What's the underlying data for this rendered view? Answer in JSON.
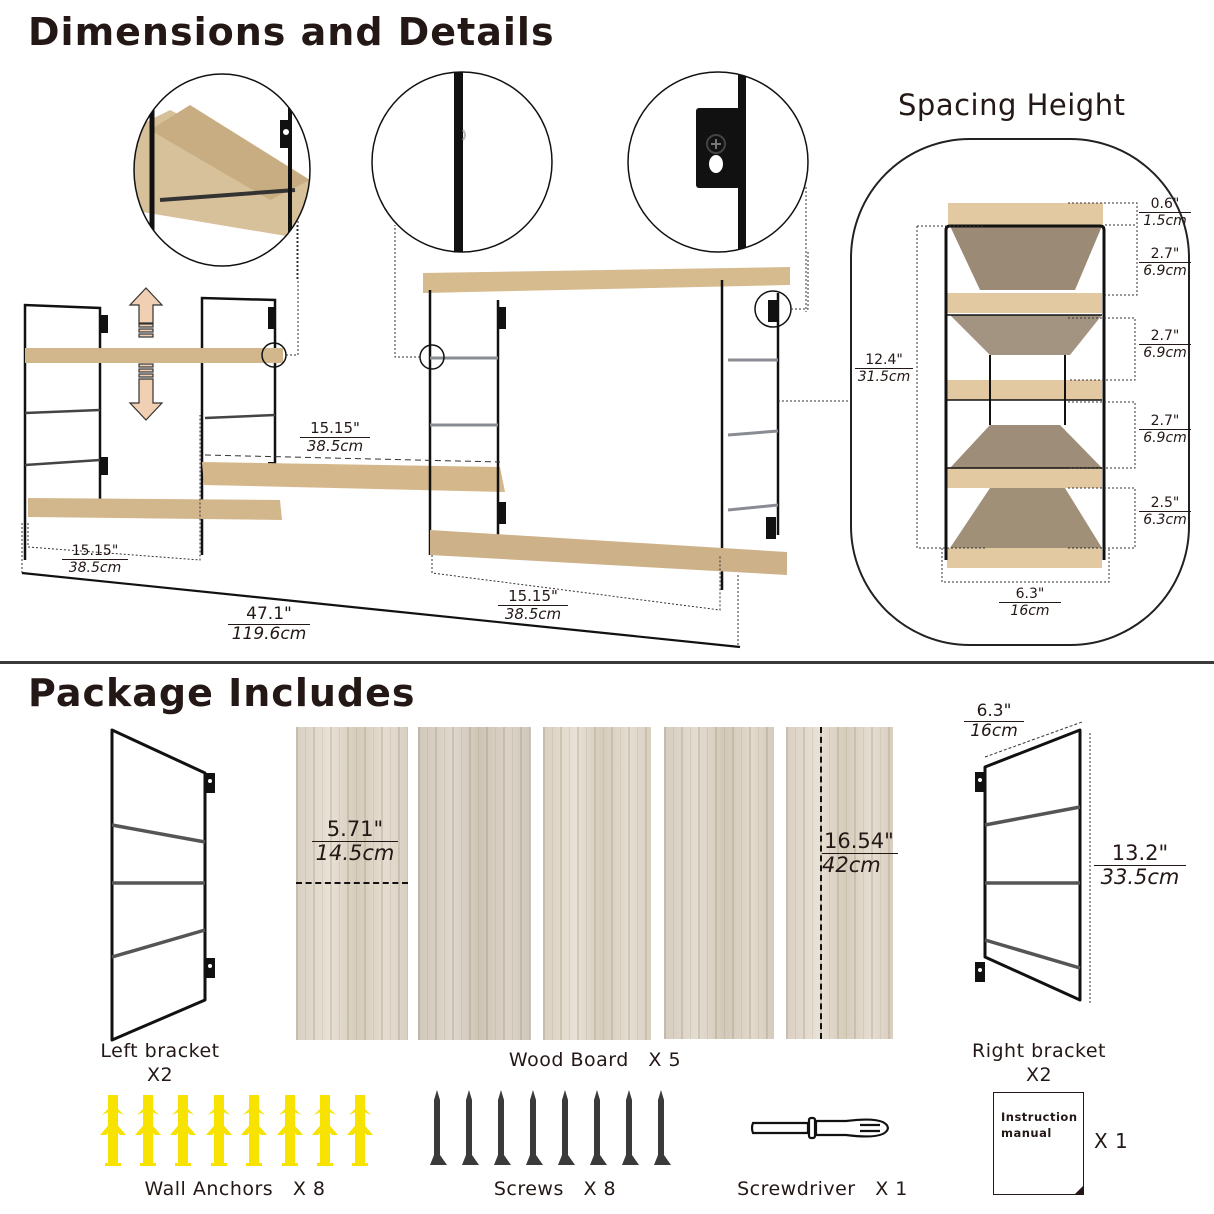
{
  "dimensions_section": {
    "title": "Dimensions and Details",
    "spacing_title": "Spacing Height",
    "main_dims": {
      "left_shelf": {
        "in": "15.15\"",
        "cm": "38.5cm"
      },
      "middle_shelf": {
        "in": "15.15\"",
        "cm": "38.5cm"
      },
      "right_shelf": {
        "in": "15.15\"",
        "cm": "38.5cm"
      },
      "total_width": {
        "in": "47.1\"",
        "cm": "119.6cm"
      }
    },
    "spacing_dims": {
      "total_height": {
        "in": "12.4\"",
        "cm": "31.5cm"
      },
      "board_thickness": {
        "in": "0.6\"",
        "cm": "1.5cm"
      },
      "gap_1": {
        "in": "2.7\"",
        "cm": "6.9cm"
      },
      "gap_2": {
        "in": "2.7\"",
        "cm": "6.9cm"
      },
      "gap_3": {
        "in": "2.7\"",
        "cm": "6.9cm"
      },
      "gap_4": {
        "in": "2.5\"",
        "cm": "6.3cm"
      },
      "depth": {
        "in": "6.3\"",
        "cm": "16cm"
      }
    },
    "detail_callouts": [
      "shelf-bracket-joint",
      "bracket-rail",
      "keyhole-mount-screw"
    ],
    "adjust_arrow": "up-down-arrow"
  },
  "package_section": {
    "title": "Package Includes",
    "left_bracket": {
      "label": "Left bracket",
      "qty": "X2"
    },
    "right_bracket": {
      "label": "Right bracket",
      "qty": "X2",
      "depth": {
        "in": "6.3\"",
        "cm": "16cm"
      },
      "height": {
        "in": "13.2\"",
        "cm": "33.5cm"
      }
    },
    "wood_board": {
      "label": "Wood Board   X 5",
      "count": 5,
      "width": {
        "in": "5.71\"",
        "cm": "14.5cm"
      },
      "length": {
        "in": "16.54\"",
        "cm": "42cm"
      }
    },
    "wall_anchors": {
      "label": "Wall Anchors   X 8",
      "count": 8,
      "color": "#f7e200"
    },
    "screws": {
      "label": "Screws   X 8",
      "count": 8,
      "color": "#3a3a3a"
    },
    "screwdriver": {
      "label": "Screwdriver   X 1"
    },
    "manual": {
      "line1": "Instruction",
      "line2": "manual",
      "qty": "X 1"
    }
  }
}
